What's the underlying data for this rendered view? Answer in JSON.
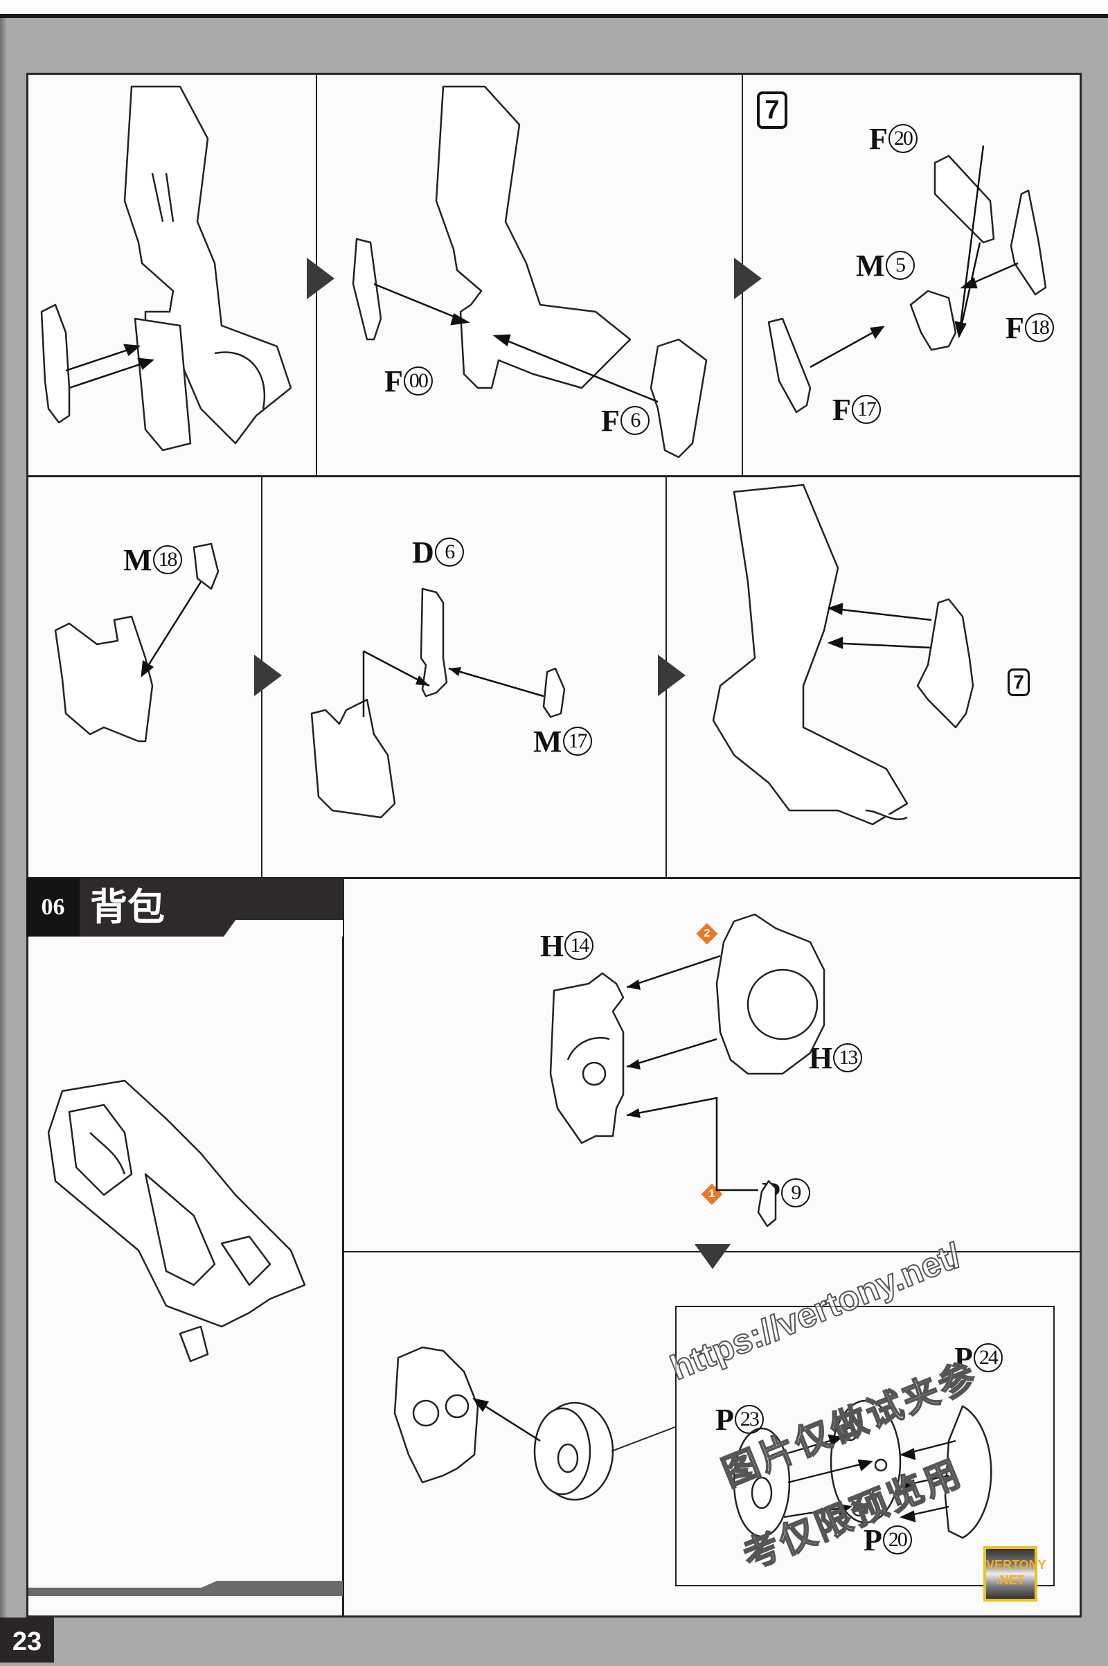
{
  "page": {
    "page_number": "23",
    "background_color": "#a9a9a7"
  },
  "row1": {
    "panel1": {
      "description": "Leg assembly: attach part to ankle"
    },
    "panel2": {
      "labels": [
        {
          "letter": "F",
          "num": "00"
        },
        {
          "letter": "F",
          "num": "6"
        }
      ]
    },
    "panel3": {
      "step_marker": "7",
      "labels": [
        {
          "letter": "F",
          "num": "20"
        },
        {
          "letter": "M",
          "num": "5"
        },
        {
          "letter": "F",
          "num": "18"
        },
        {
          "letter": "F",
          "num": "17"
        }
      ]
    }
  },
  "row2": {
    "panel1": {
      "labels": [
        {
          "letter": "M",
          "num": "18"
        }
      ]
    },
    "panel2": {
      "labels": [
        {
          "letter": "D",
          "num": "6"
        },
        {
          "letter": "M",
          "num": "17"
        }
      ]
    },
    "panel3": {
      "step_marker": "7"
    }
  },
  "section": {
    "number": "06",
    "title": "背包",
    "upper": {
      "labels": [
        {
          "letter": "H",
          "num": "14"
        },
        {
          "letter": "H",
          "num": "13"
        },
        {
          "letter": "P",
          "num": "9"
        }
      ],
      "order_badges": [
        "1",
        "2"
      ],
      "badge_color": "#e8792a"
    },
    "lower": {
      "labels": [
        {
          "letter": "P",
          "num": "24"
        },
        {
          "letter": "P",
          "num": "23"
        },
        {
          "letter": "P",
          "num": "20"
        }
      ]
    }
  },
  "watermark": {
    "url": "https://vertony.net/",
    "line2": "图片仅做试夹参",
    "line3": "考仅限预览用",
    "logo_line1": "VERTONY",
    "logo_line2": ".NET"
  }
}
